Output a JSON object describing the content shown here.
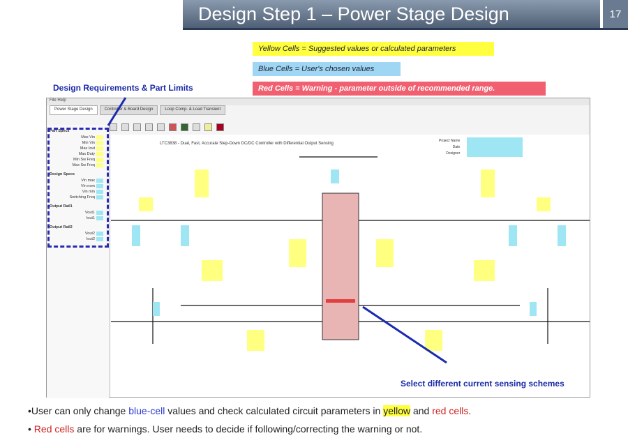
{
  "slide": {
    "title": "Design Step 1 – Power Stage Design",
    "page": "17"
  },
  "legend": {
    "yellow": "Yellow Cells = Suggested values or calculated parameters",
    "blue": "Blue Cells = User's chosen values",
    "red": "Red Cells = Warning - parameter outside of recommended range."
  },
  "callouts": {
    "design_req": "Design Requirements & Part Limits",
    "sensing": "Select different current sensing schemes"
  },
  "app": {
    "menu": "File  Help",
    "tabs": [
      "Power Stage Design",
      "Controller & Board Design",
      "Loop Comp. & Load Transient"
    ],
    "schematic_title": "LTC3838 - Dual, Fast, Accurate Step-Down DC/DC Controller with Differential Output Sensing",
    "project_fields": [
      "Project Name",
      "Date",
      "Designer"
    ],
    "left_panel": {
      "part_specs": {
        "title": "Part Specs",
        "rows": [
          "Max Vin",
          "Min Vin",
          "Max Iout",
          "Max Duty",
          "Min Sw Freq",
          "Max Sw Freq"
        ]
      },
      "design_specs": {
        "title": "Design Specs",
        "rows": [
          "Vin max",
          "Vin nom",
          "Vin min",
          "Switching Freq"
        ]
      },
      "rail1": {
        "title": "Output Rail1",
        "rows": [
          "Vout1",
          "Iout1"
        ]
      },
      "rail2": {
        "title": "Output Rail2",
        "rows": [
          "Vout2",
          "Iout2"
        ]
      }
    }
  },
  "bullets": {
    "b1_pre": "•User can only change ",
    "b1_blue": "blue-cell",
    "b1_mid": " values and check calculated circuit parameters in ",
    "b1_yellow": "yellow",
    "b1_and": " and ",
    "b1_red": "red cells",
    ".": ".",
    "b2_pre": "• ",
    "b2_red": "Red cells",
    "b2_post": " are for warnings. User needs to decide if following/correcting the warning or not."
  }
}
